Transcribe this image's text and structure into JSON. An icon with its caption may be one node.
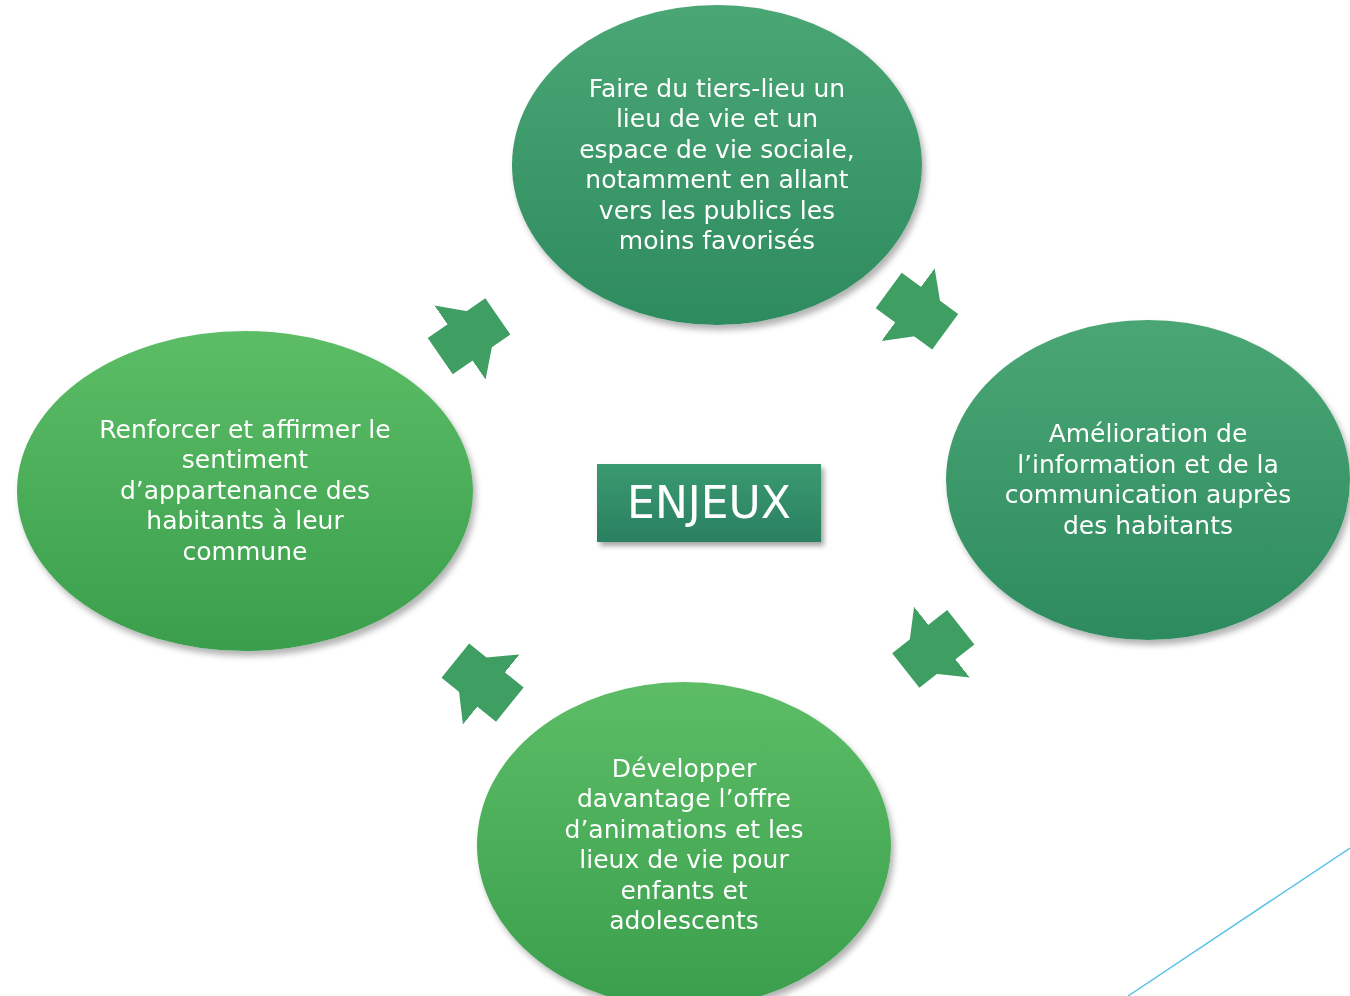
{
  "diagram": {
    "nodes": [
      {
        "text": [
          "Faire du tiers-lieu un lieu de vie et un espace de vie sociale, notamment en allant vers les publics les moins favorisés"
        ]
      },
      {
        "text": [
          "Renforcer et affirmer le sentiment d’appartenance des habitants à leur commune"
        ]
      },
      {
        "text": [
          "ENJEUX"
        ]
      },
      {
        "text": [
          "Amélioration de l’information et de la communication auprès des habitants"
        ]
      },
      {
        "text": [
          "Développer davantage l’offre d’animations et les lieux de vie pour enfants et adolescents"
        ]
      }
    ],
    "edges": [
      {
        "from": 1,
        "to": 0,
        "arrow": "to"
      },
      {
        "from": 0,
        "to": 3,
        "arrow": "to"
      },
      {
        "from": 3,
        "to": 4,
        "arrow": "to"
      },
      {
        "from": 4,
        "to": 1,
        "arrow": "to"
      }
    ]
  }
}
